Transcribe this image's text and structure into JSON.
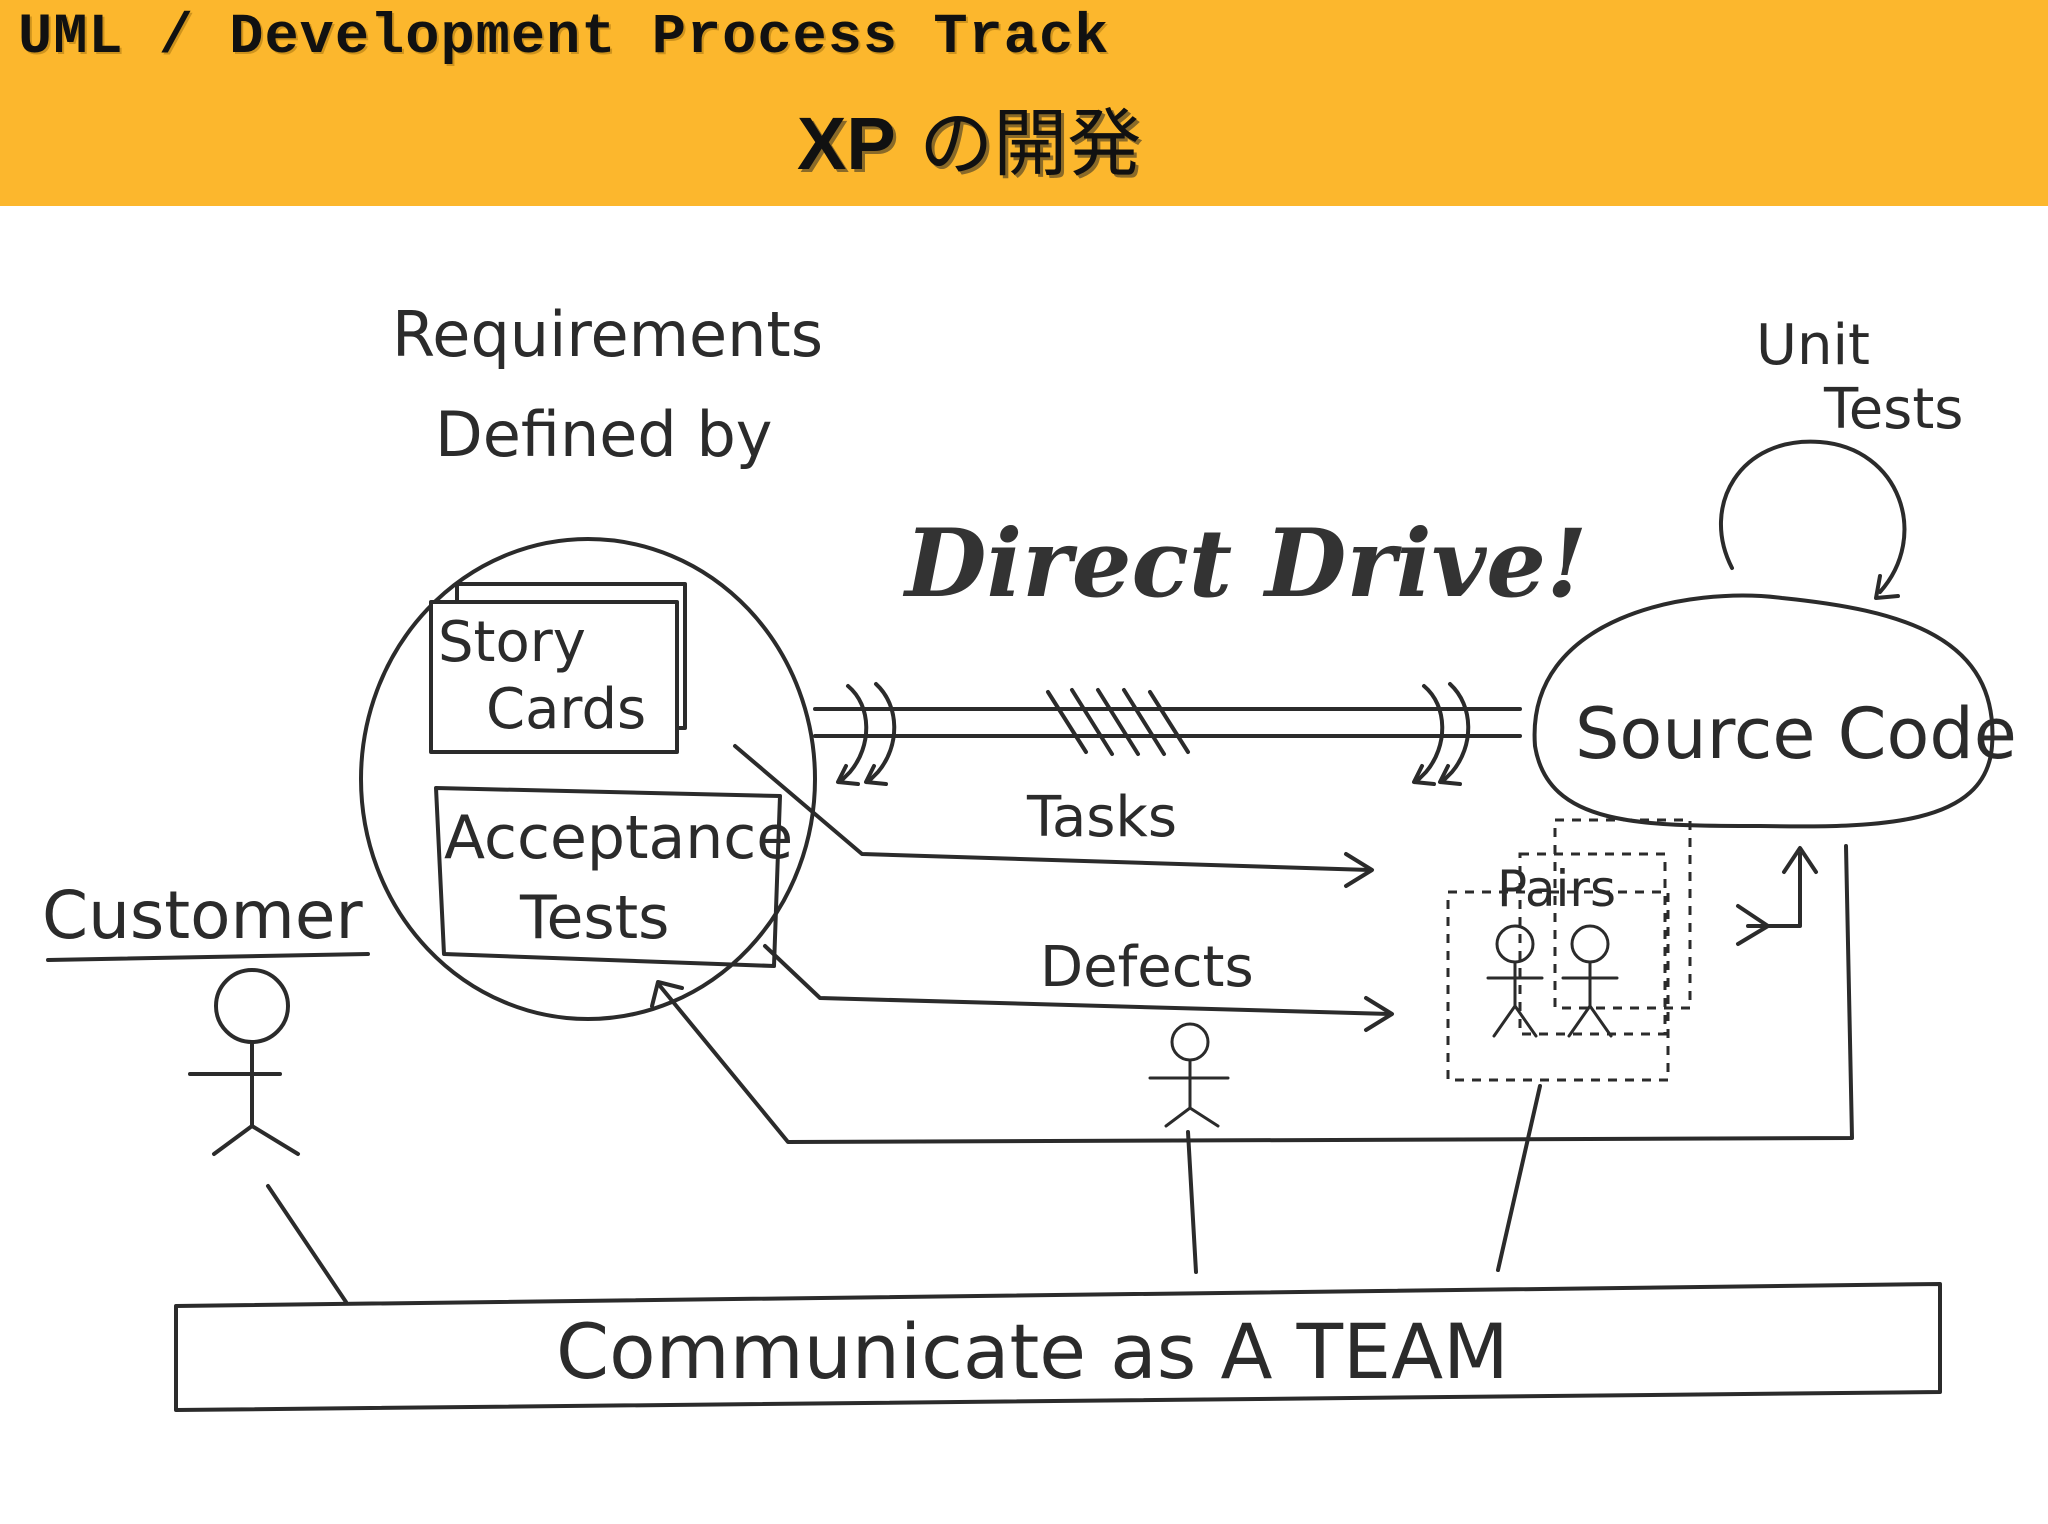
{
  "header": {
    "track_title": "UML / Development Process Track",
    "slide_title_latin": "XP",
    "slide_title_japanese": "の開発",
    "background_color": "#FCB72D"
  },
  "diagram": {
    "requirements_line1": "Requirements",
    "requirements_line2": "Defined by",
    "story_cards_line1": "Story",
    "story_cards_line2": "Cards",
    "acceptance_line1": "Acceptance",
    "acceptance_line2": "Tests",
    "direct_drive": "Direct Drive!",
    "unit_tests_line1": "Unit",
    "unit_tests_line2": "Tests",
    "source_code": "Source Code",
    "tasks": "Tasks",
    "defects": "Defects",
    "pairs": "Pairs",
    "customer": "Customer",
    "team_bar": "Communicate as A TEAM"
  }
}
